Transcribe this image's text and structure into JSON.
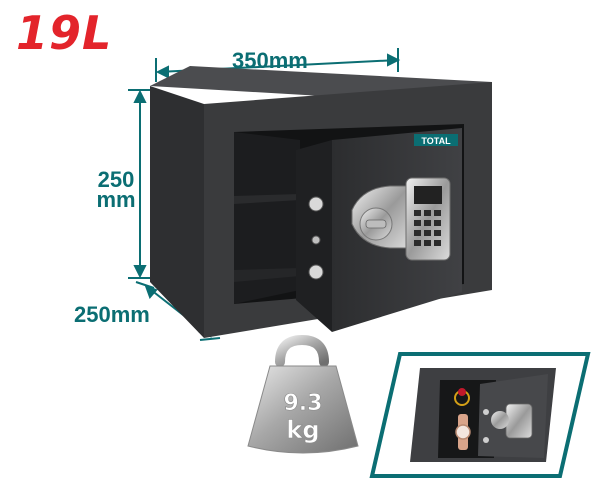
{
  "product": {
    "capacity": "19L",
    "brand_label": "TOTAL"
  },
  "dimensions": {
    "width": "350mm",
    "height_value": "250",
    "height_unit": "mm",
    "depth": "250mm"
  },
  "weight": {
    "value": "9.3",
    "unit": "kg"
  },
  "colors": {
    "capacity": "#e3242b",
    "dimension_lines": "#0b6e73",
    "safe_body": "#3a3b3d",
    "inset_border": "#0b6e73"
  }
}
